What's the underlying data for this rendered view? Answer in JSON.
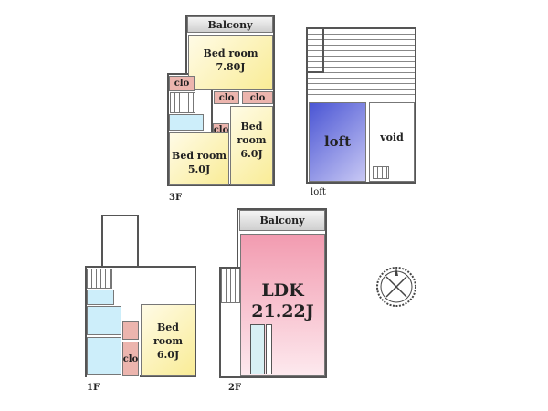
{
  "floors": {
    "third": {
      "label": "3F",
      "balcony": "Balcony",
      "bedroom_a": {
        "name": "Bed room",
        "size": "7.80J"
      },
      "bedroom_b": {
        "name": "Bed room",
        "size": "5.0J"
      },
      "bedroom_c": {
        "name1": "Bed",
        "name2": "room",
        "size": "6.0J"
      },
      "closets": [
        "clo",
        "clo",
        "clo",
        "clo"
      ]
    },
    "loft": {
      "label": "loft",
      "loft_room": "loft",
      "void": "void"
    },
    "first": {
      "label": "1F",
      "bedroom": {
        "name1": "Bed",
        "name2": "room",
        "size": "6.0J"
      },
      "closet": "clo"
    },
    "second": {
      "label": "2F",
      "balcony": "Balcony",
      "ldk": {
        "name": "LDK",
        "size": "21.22J"
      }
    }
  },
  "compass_icon": "compass-icon",
  "colors": {
    "bedroom": "#f9ec96",
    "ldk": "#f4a3b4",
    "closet": "#ecb5ae",
    "wet": "#cdeefa",
    "loft": "#5a64d8"
  }
}
